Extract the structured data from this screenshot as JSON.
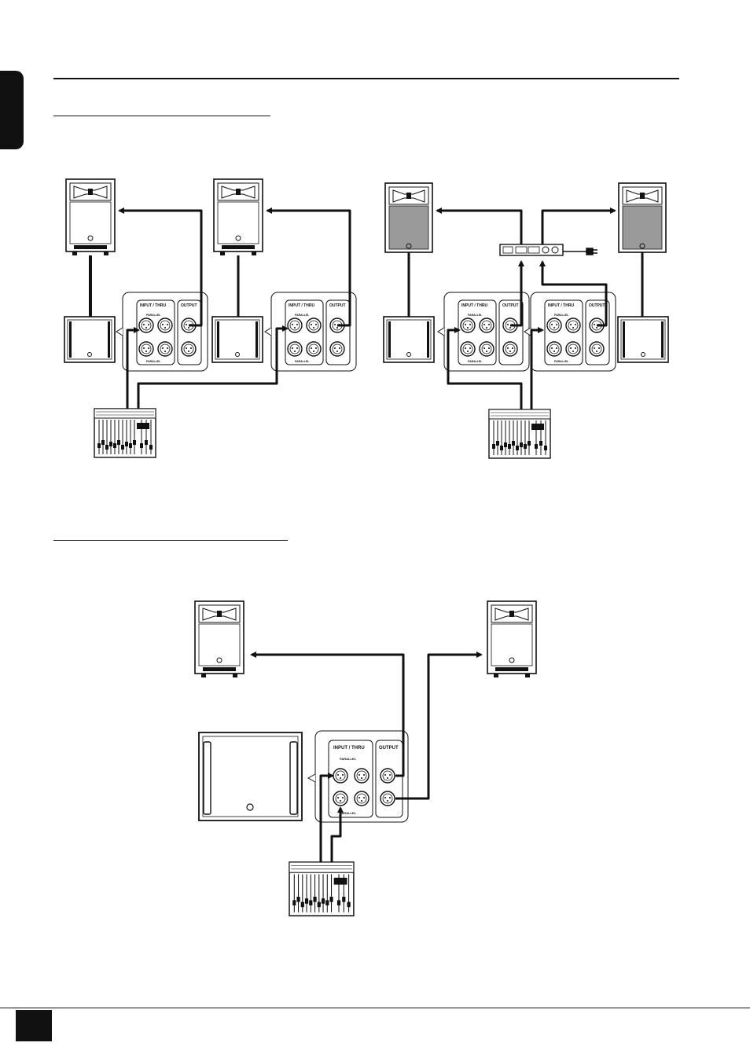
{
  "panel": {
    "input_label": "INPUT / THRU",
    "output_label": "OUTPUT",
    "parallel_label": "PARALLEL"
  },
  "colors": {
    "ink": "#111111",
    "speaker_grey": "#9a9a9a",
    "background": "#ffffff"
  },
  "icons": [
    "speaker-icon",
    "subwoofer-icon",
    "mixer-icon",
    "amplifier-icon",
    "xlr-connector-icon",
    "power-plug-icon"
  ]
}
